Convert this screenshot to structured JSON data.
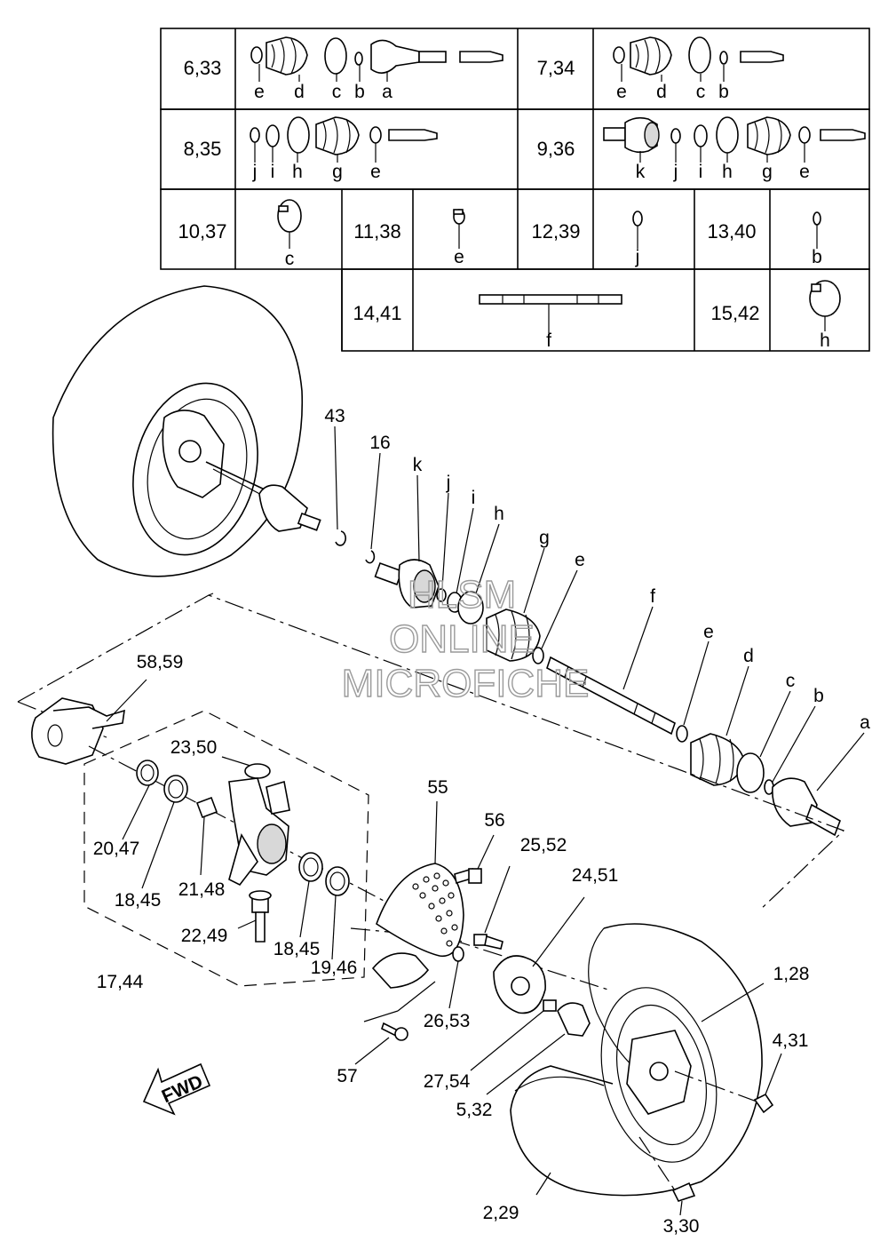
{
  "table": {
    "rows": [
      [
        {
          "ref": "6,33",
          "parts": [
            "e",
            "d",
            "c",
            "b",
            "a"
          ]
        },
        {
          "ref": "7,34",
          "parts": [
            "e",
            "d",
            "c",
            "b"
          ]
        }
      ],
      [
        {
          "ref": "8,35",
          "parts": [
            "j",
            "i",
            "h",
            "g",
            "e"
          ]
        },
        {
          "ref": "9,36",
          "parts": [
            "k",
            "j",
            "i",
            "h",
            "g",
            "e"
          ]
        }
      ],
      [
        {
          "ref": "10,37",
          "parts": [
            "c"
          ]
        },
        {
          "ref": "11,38",
          "parts": [
            "e"
          ]
        },
        {
          "ref": "12,39",
          "parts": [
            "j"
          ]
        },
        {
          "ref": "13,40",
          "parts": [
            "b"
          ]
        }
      ],
      [
        {
          "ref": "14,41",
          "parts": [
            "f"
          ]
        },
        {
          "ref": "15,42",
          "parts": [
            "h"
          ]
        }
      ]
    ]
  },
  "callouts": {
    "p43": "43",
    "p16": "16",
    "k": "k",
    "j": "j",
    "i": "i",
    "h": "h",
    "g": "g",
    "e1": "e",
    "f": "f",
    "e2": "e",
    "d": "d",
    "c": "c",
    "b": "b",
    "a": "a",
    "p58_59": "58,59",
    "p23_50": "23,50",
    "p55": "55",
    "p56": "56",
    "p25_52": "25,52",
    "p24_51": "24,51",
    "p20_47": "20,47",
    "p18_45a": "18,45",
    "p21_48": "21,48",
    "p22_49": "22,49",
    "p18_45b": "18,45",
    "p19_46": "19,46",
    "p17_44": "17,44",
    "p26_53": "26,53",
    "p1_28": "1,28",
    "p4_31": "4,31",
    "p57": "57",
    "p27_54": "27,54",
    "p5_32": "5,32",
    "p2_29": "2,29",
    "p3_30": "3,30"
  },
  "fwd_label": "FWD",
  "watermark": [
    "HLSM",
    "ONLINE",
    "MICROFICHE"
  ]
}
